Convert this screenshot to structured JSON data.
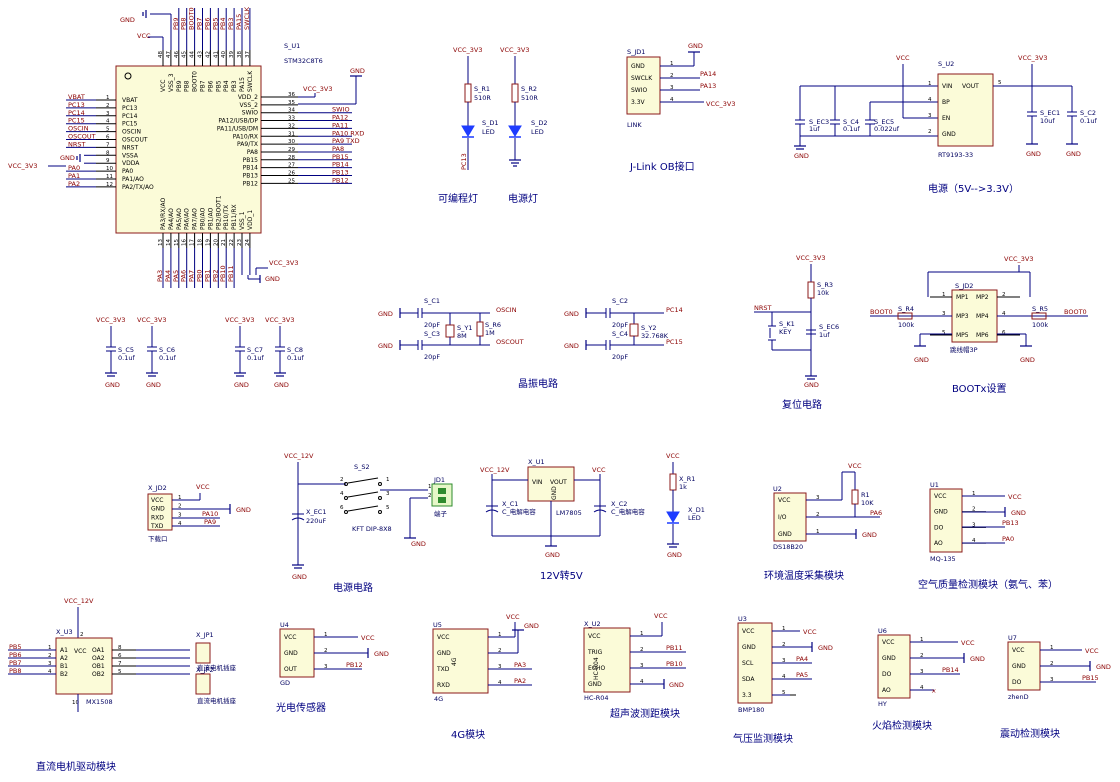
{
  "mcu": {
    "designator": "S_U1",
    "part": "STM32C8T6",
    "left_pins": [
      {
        "num": "1",
        "name": "VBAT",
        "net": "VBAT"
      },
      {
        "num": "2",
        "name": "PC13",
        "net": "PC13"
      },
      {
        "num": "3",
        "name": "PC14",
        "net": "PC14"
      },
      {
        "num": "4",
        "name": "PC15",
        "net": "PC15"
      },
      {
        "num": "5",
        "name": "OSCIN",
        "net": "OSCIN"
      },
      {
        "num": "6",
        "name": "OSCOUT",
        "net": "OSCOUT"
      },
      {
        "num": "7",
        "name": "NRST",
        "net": "NRST"
      },
      {
        "num": "8",
        "name": "VSSA",
        "net": "GND"
      },
      {
        "num": "9",
        "name": "VDDA",
        "net": "VCC_3V3"
      },
      {
        "num": "10",
        "name": "PA0",
        "net": "PA0"
      },
      {
        "num": "11",
        "name": "PA1/AO",
        "net": "PA1"
      },
      {
        "num": "12",
        "name": "PA2/TX/AO",
        "net": "PA2"
      }
    ],
    "right_pins": [
      {
        "num": "36",
        "name": "VDD_2",
        "net": "VCC_3V3"
      },
      {
        "num": "35",
        "name": "VSS_2",
        "net": ""
      },
      {
        "num": "34",
        "name": "SWIO",
        "net": "SWIO"
      },
      {
        "num": "33",
        "name": "PA12/USB/DP",
        "net": "PA12"
      },
      {
        "num": "32",
        "name": "PA11/USB/DM",
        "net": "PA11"
      },
      {
        "num": "31",
        "name": "PA10/RX",
        "net": "PA10 RXD"
      },
      {
        "num": "30",
        "name": "PA9/TX",
        "net": "PA9 TXD"
      },
      {
        "num": "29",
        "name": "PA8",
        "net": "PA8"
      },
      {
        "num": "28",
        "name": "PB15",
        "net": "PB15"
      },
      {
        "num": "27",
        "name": "PB14",
        "net": "PB14"
      },
      {
        "num": "26",
        "name": "PB13",
        "net": "PB13"
      },
      {
        "num": "25",
        "name": "PB12",
        "net": "PB12"
      }
    ],
    "top_pins": [
      {
        "num": "48",
        "name": "VCC",
        "net": "VCC"
      },
      {
        "num": "47",
        "name": "VSS_3",
        "net": "GND"
      },
      {
        "num": "46",
        "name": "PB9",
        "net": "PB9"
      },
      {
        "num": "45",
        "name": "PB8",
        "net": "PB8"
      },
      {
        "num": "44",
        "name": "BOOT0",
        "net": "BOOT0"
      },
      {
        "num": "43",
        "name": "PB7",
        "net": "PB7"
      },
      {
        "num": "42",
        "name": "PB6",
        "net": "PB6"
      },
      {
        "num": "41",
        "name": "PB5",
        "net": "PB5"
      },
      {
        "num": "40",
        "name": "PB4",
        "net": "PB4"
      },
      {
        "num": "39",
        "name": "PB3",
        "net": "PB3"
      },
      {
        "num": "38",
        "name": "PA15",
        "net": "PA15"
      },
      {
        "num": "37",
        "name": "SWCLK",
        "net": "SWCLK"
      }
    ],
    "bottom_pins": [
      {
        "num": "13",
        "name": "PA3/RX/AO",
        "net": "PA3"
      },
      {
        "num": "14",
        "name": "PA4/AO",
        "net": "PA4"
      },
      {
        "num": "15",
        "name": "PA5/AO",
        "net": "PA5"
      },
      {
        "num": "16",
        "name": "PA6/AO",
        "net": "PA6"
      },
      {
        "num": "17",
        "name": "PA7/AO",
        "net": "PA7"
      },
      {
        "num": "18",
        "name": "PB0/AO",
        "net": "PB0"
      },
      {
        "num": "19",
        "name": "PB1/AO",
        "net": "PB1"
      },
      {
        "num": "20",
        "name": "PB2/BOOT1",
        "net": "PB2"
      },
      {
        "num": "21",
        "name": "PB10/TX",
        "net": "PB10"
      },
      {
        "num": "22",
        "name": "PB11/RX",
        "net": "PB11"
      },
      {
        "num": "23",
        "name": "VSS_1",
        "net": "GND"
      },
      {
        "num": "24",
        "name": "VDD_1",
        "net": "VCC_3V3"
      }
    ]
  },
  "nets": {
    "gnd": "GND",
    "vcc": "VCC",
    "vcc3v3": "VCC_3V3",
    "vcc12": "VCC_12V",
    "nrst": "NRST",
    "boot0": "BOOT0",
    "oscin": "OSCIN",
    "oscout": "OSCOUT",
    "pc14": "PC14",
    "pc15": "PC15",
    "pc13": "PC13",
    "pa14": "PA14",
    "pa13": "PA13",
    "pa6": "PA6",
    "pb13": "PB13",
    "pa0": "PA0",
    "pa10": "PA10",
    "pa9": "PA9",
    "pb12": "PB12",
    "pa3": "PA3",
    "pa2": "PA2",
    "pb11": "PB11",
    "pb10": "PB10",
    "pa4": "PA4",
    "pa5": "PA5",
    "pb14": "PB14",
    "pb15": "PB15",
    "pb5": "PB5",
    "pb6": "PB6",
    "pb7": "PB7",
    "pb8": "PB8"
  },
  "leds": {
    "r1": "S_R1",
    "r1v": "510R",
    "d1": "S_D1",
    "led": "LED",
    "r2": "S_R2",
    "r2v": "510R",
    "d2": "S_D2",
    "caption_prog": "可编程灯",
    "caption_pwr": "电源灯"
  },
  "jlink": {
    "des": "S_JD1",
    "pins": [
      "GND",
      "SWCLK",
      "SWIO",
      "3.3V"
    ],
    "nums": [
      "1",
      "2",
      "3",
      "4"
    ],
    "part": "LINK",
    "caption": "J-Link OB接口"
  },
  "ldo": {
    "des": "S_U2",
    "part": "RT9193-33",
    "pins_l": [
      "VIN",
      "BP",
      "EN",
      "GND"
    ],
    "nums_l": [
      "1",
      "4",
      "3",
      "2"
    ],
    "pin_r": "VOUT",
    "num_r": "5",
    "ec3": "S_EC3",
    "ec3v": "1uf",
    "c4": "S_C4",
    "c4v": "0.1uf",
    "ec5": "S_EC5",
    "ec5v": "0.022uf",
    "ec1": "S_EC1",
    "ec1v": "10uf",
    "c2": "S_C2",
    "c2v": "0.1uf",
    "caption": "电源（5V-->3.3V）"
  },
  "decoupling": [
    {
      "des": "S_C5",
      "val": "0.1uf"
    },
    {
      "des": "S_C6",
      "val": "0.1uf"
    },
    {
      "des": "S_C7",
      "val": "0.1uf"
    },
    {
      "des": "S_C8",
      "val": "0.1uf"
    }
  ],
  "crystal": {
    "c1": "S_C1",
    "c1v": "20pF",
    "c3": "S_C3",
    "c3v": "20pF",
    "y1": "S_Y1",
    "y1v": "8M",
    "r6": "S_R6",
    "r6v": "1M",
    "c2": "S_C2",
    "c2v": "20pF",
    "c4": "S_C4",
    "c4v": "20pF",
    "y2": "S_Y2",
    "y2v": "32.768K",
    "caption": "晶振电路"
  },
  "reset": {
    "r3": "S_R3",
    "r3v": "10k",
    "k1": "S_K1",
    "k1v": "KEY",
    "ec6": "S_EC6",
    "ec6v": "1uf",
    "caption": "复位电路"
  },
  "boot": {
    "des": "S_JD2",
    "part": "跳线帽3P",
    "pins": [
      "MP1",
      "MP2",
      "MP3",
      "MP4",
      "MP5",
      "MP6"
    ],
    "nums": [
      "1",
      "2",
      "3",
      "4",
      "5",
      "6"
    ],
    "r4": "S_R4",
    "r4v": "100k",
    "r5": "S_R5",
    "r5v": "100k",
    "caption": "BOOTx设置"
  },
  "download": {
    "des": "X_JD2",
    "pins": [
      "VCC",
      "GND",
      "RXD",
      "TXD"
    ],
    "nums": [
      "1",
      "2",
      "3",
      "4"
    ],
    "part": "下载口"
  },
  "power_circuit": {
    "ec1": "X_EC1",
    "ec1v": "220uF",
    "s2": "S_S2",
    "s2v": "KFT DIP-8X8",
    "jd1": "JD1",
    "jd1v": "端子",
    "caption": "电源电路",
    "sw_nums": [
      "1",
      "2",
      "3",
      "4",
      "5",
      "6"
    ],
    "jd_nums": [
      "1",
      "2"
    ]
  },
  "reg12": {
    "des": "X_U1",
    "part": "LM7805",
    "vin": "VIN",
    "vout": "VOUT",
    "gnd": "GND",
    "nums": [
      "1",
      "3",
      "2"
    ],
    "c1": "X_C1",
    "c1v": "C_电解电容",
    "c2": "X_C2",
    "c2v": "C_电解电容",
    "caption": "12V转5V"
  },
  "xled": {
    "r1": "X_R1",
    "r1v": "1k",
    "d1": "X_D1",
    "d1v": "LED"
  },
  "ds18b20": {
    "des": "U2",
    "part": "DS18B20",
    "pins": [
      "VCC",
      "I/O",
      "GND"
    ],
    "nums": [
      "3",
      "2",
      "1"
    ],
    "r": "R1",
    "rv": "10K",
    "caption": "环境温度采集模块"
  },
  "mq135": {
    "des": "U1",
    "part": "MQ-135",
    "pins": [
      "VCC",
      "GND",
      "DO",
      "AO"
    ],
    "nums": [
      "1",
      "2",
      "3",
      "4"
    ],
    "caption": "空气质量检测模块（氨气、苯）"
  },
  "motor": {
    "des": "X_U3",
    "part": "MX1508",
    "pins_l": [
      "A1",
      "A2",
      "B1",
      "B2"
    ],
    "nums_l": [
      "1",
      "2",
      "3",
      "4"
    ],
    "pins_r": [
      "OA1",
      "OA2",
      "OB1",
      "OB2"
    ],
    "nums_r": [
      "8",
      "6",
      "7",
      "5"
    ],
    "vcc": "VCC",
    "vnum": "2",
    "gnum": "10",
    "jp1": "X_JP1",
    "jp1v": "直流电机插座",
    "jp2": "X_JP2",
    "jp2v": "直流电机插座",
    "caption": "直流电机驱动模块"
  },
  "photo": {
    "des": "U4",
    "part": "GD",
    "pins": [
      "VCC",
      "GND",
      "OUT"
    ],
    "nums": [
      "1",
      "2",
      "3"
    ],
    "caption": "光电传感器"
  },
  "g4": {
    "des": "U5",
    "part": "4G",
    "pins": [
      "VCC",
      "GND",
      "TXD",
      "RXD"
    ],
    "nums": [
      "1",
      "2",
      "3",
      "4"
    ],
    "caption": "4G模块"
  },
  "hcsr04": {
    "des": "X_U2",
    "part": "HC-R04",
    "pins": [
      "VCC",
      "TRIG",
      "ECHO",
      "GND"
    ],
    "nums": [
      "1",
      "2",
      "3",
      "4"
    ],
    "caption": "超声波测距模块"
  },
  "bmp180": {
    "des": "U3",
    "part": "BMP180",
    "pins": [
      "VCC",
      "GND",
      "SCL",
      "SDA",
      "3.3"
    ],
    "nums": [
      "1",
      "2",
      "3",
      "4",
      "5"
    ],
    "caption": "气压监测模块"
  },
  "flame": {
    "des": "U6",
    "part": "HY",
    "pins": [
      "VCC",
      "GND",
      "DO",
      "AO"
    ],
    "nums": [
      "1",
      "2",
      "3",
      "4"
    ],
    "caption": "火焰检测模块"
  },
  "vib": {
    "des": "U7",
    "part": "zhenD",
    "pins": [
      "VCC",
      "GND",
      "DO"
    ],
    "nums": [
      "1",
      "2",
      "3"
    ],
    "caption": "震动检测模块"
  }
}
